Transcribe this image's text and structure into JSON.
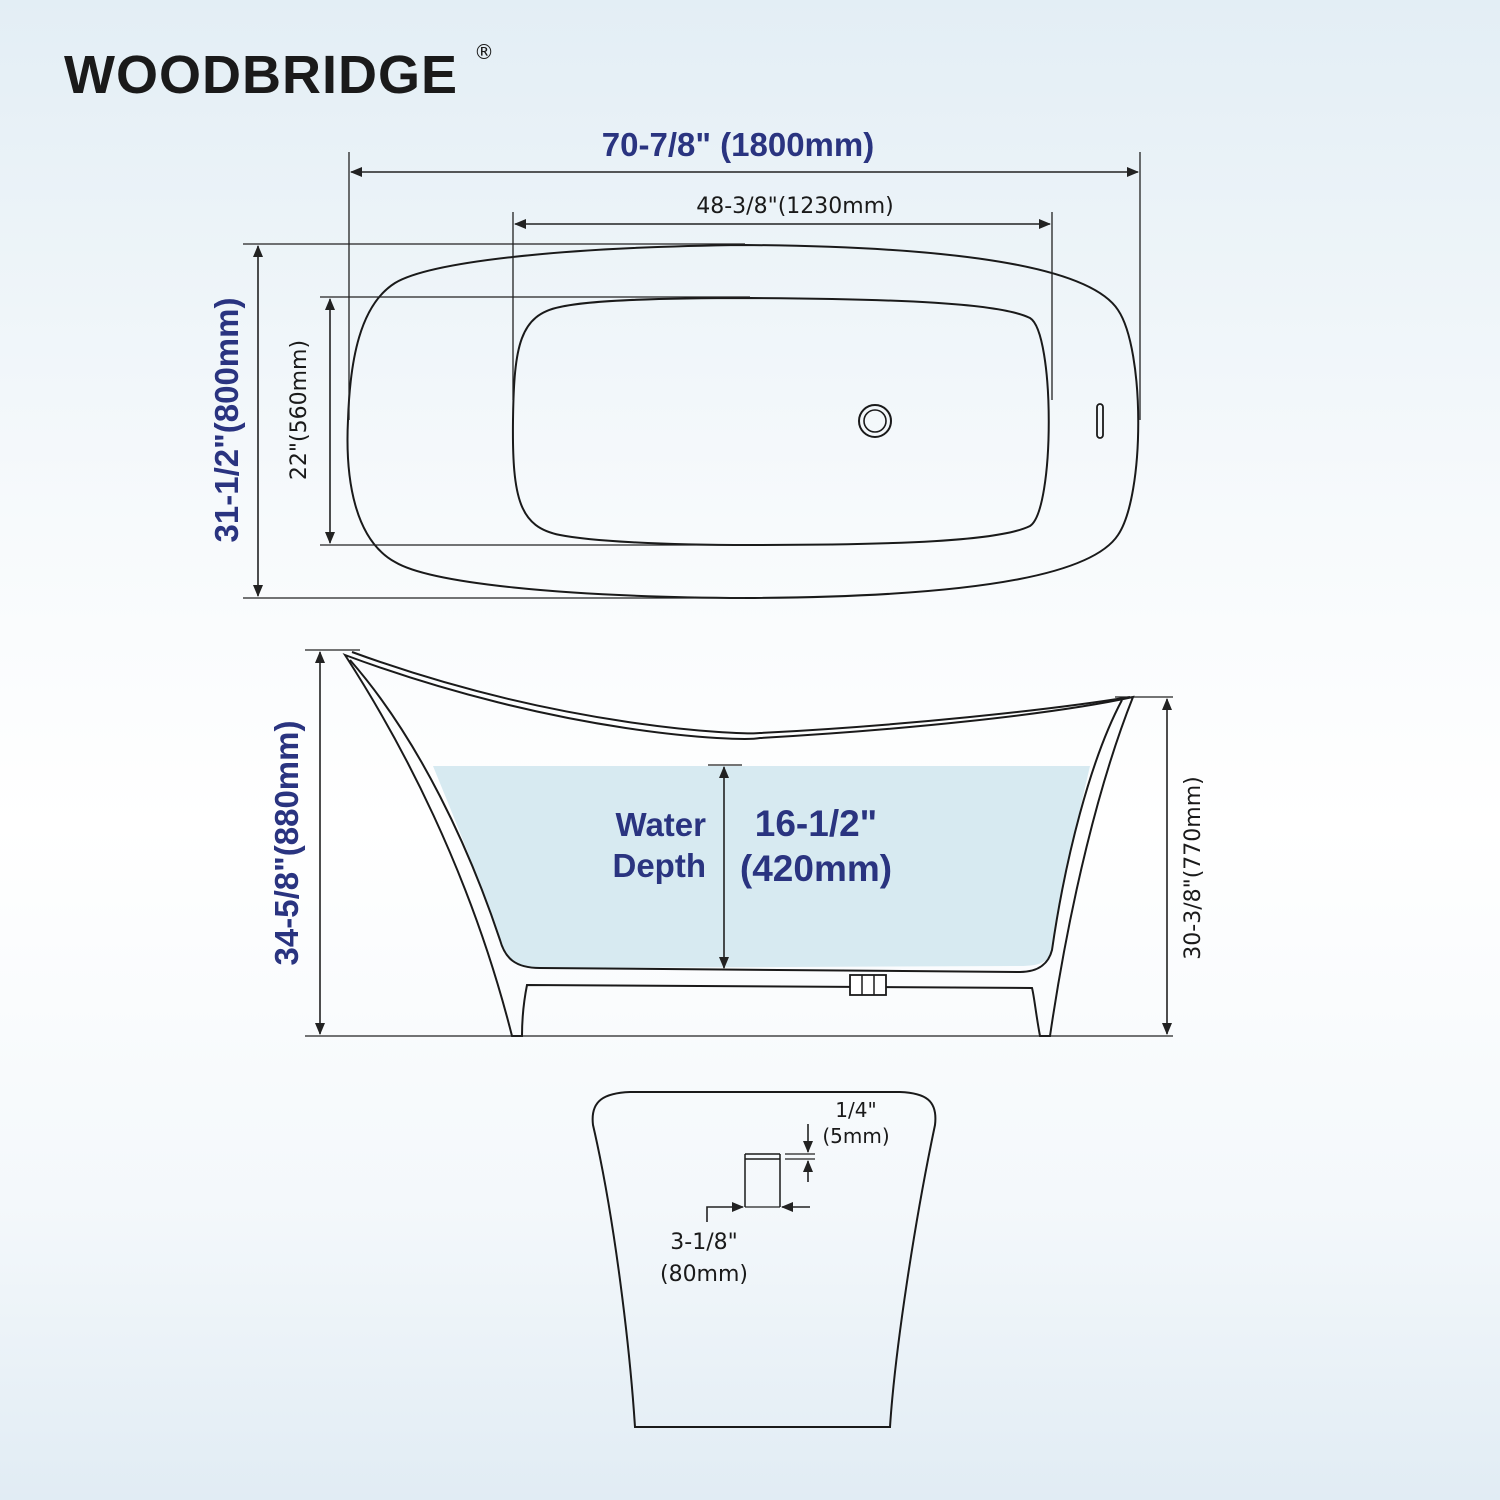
{
  "brand": {
    "name": "WOODBRIDGE",
    "registered_mark": "®"
  },
  "top_view": {
    "overall_length": "70-7/8\" (1800mm)",
    "inner_length": "48-3/8\"(1230mm)",
    "overall_width": "31-1/2\"(800mm)",
    "inner_width": "22\"(560mm)"
  },
  "side_view": {
    "overall_height": "34-5/8\"(880mm)",
    "rim_height": "30-3/8\"(770mm)",
    "water_label_line1": "Water",
    "water_label_line2": "Depth",
    "water_depth_line1": "16-1/2\"",
    "water_depth_line2": "(420mm)",
    "water_color": "#d7eaf1"
  },
  "detail_view": {
    "overflow_height_line1": "1/4\"",
    "overflow_height_line2": "(5mm)",
    "drain_width_line1": "3-1/8\"",
    "drain_width_line2": "(80mm)"
  },
  "colors": {
    "dimension_navy": "#2a3480",
    "outline": "#1a1a1a"
  }
}
